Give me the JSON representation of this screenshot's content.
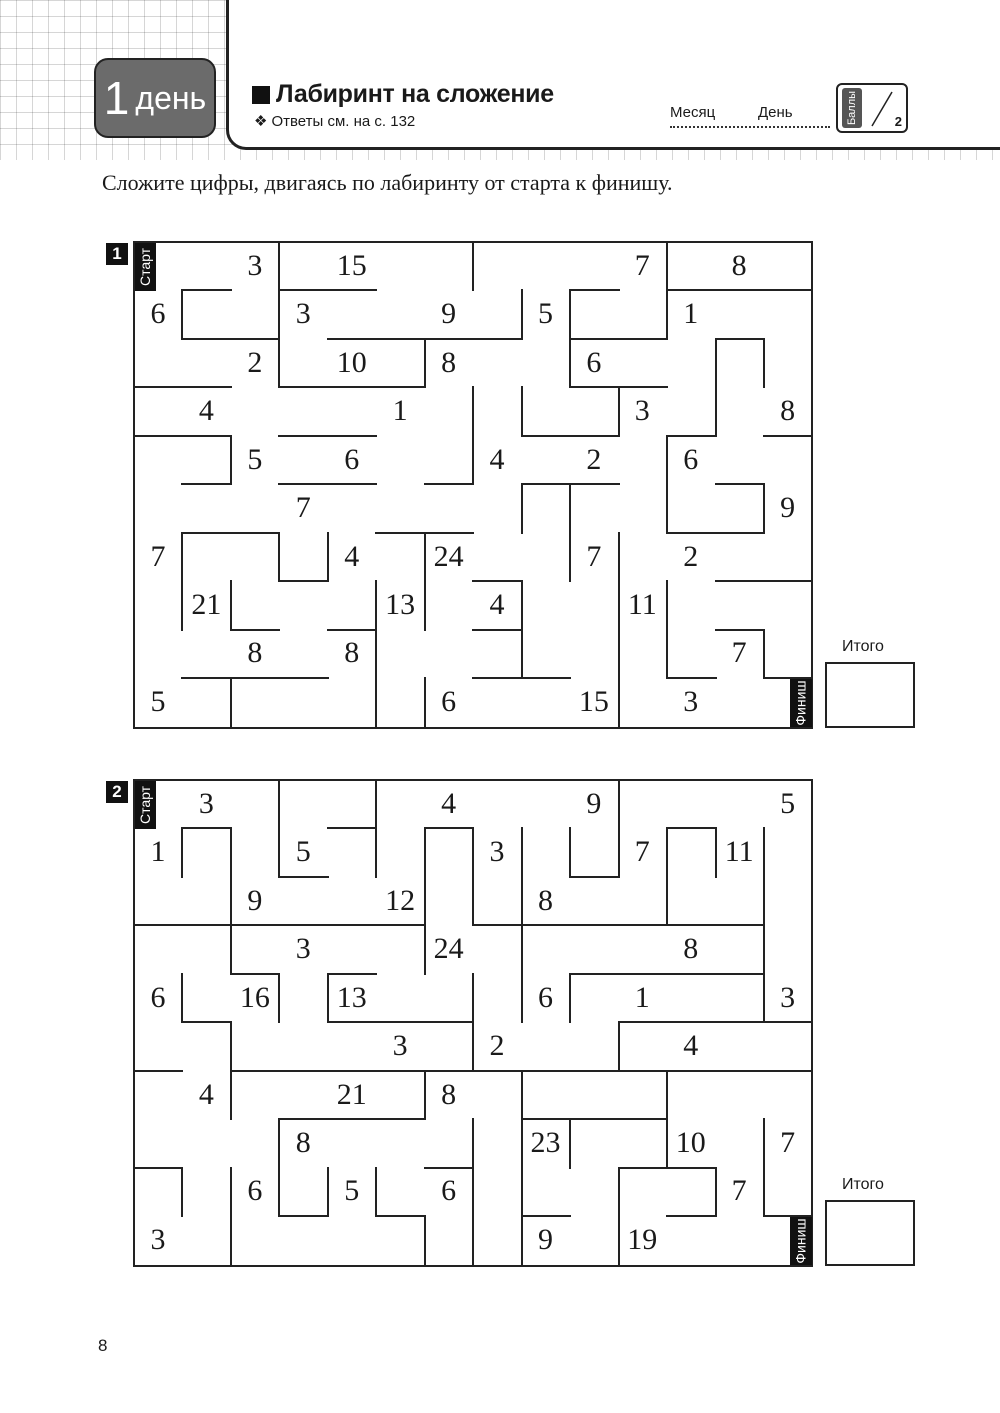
{
  "header": {
    "day_number": "1",
    "day_word": "день",
    "title": "Лабиринт на сложение",
    "answers_glyph": "❖",
    "answers_ref": "Ответы см. на с. 132",
    "month_label": "Месяц",
    "day_label": "День",
    "score_label": "Баллы",
    "score_max": "2"
  },
  "instruction": "Сложите цифры, двигаясь по лабиринту от старта к финишу.",
  "start_label": "Старт",
  "finish_label": "Финиш",
  "total_label": "Итого",
  "page_number": "8",
  "mazes": [
    {
      "number": "1",
      "numbers": [
        {
          "r": 0,
          "c": 2,
          "v": "3"
        },
        {
          "r": 0,
          "c": 4,
          "v": "15"
        },
        {
          "r": 0,
          "c": 10,
          "v": "7"
        },
        {
          "r": 0,
          "c": 12,
          "v": "8"
        },
        {
          "r": 1,
          "c": 0,
          "v": "6"
        },
        {
          "r": 1,
          "c": 3,
          "v": "3"
        },
        {
          "r": 1,
          "c": 6,
          "v": "9"
        },
        {
          "r": 1,
          "c": 8,
          "v": "5"
        },
        {
          "r": 1,
          "c": 11,
          "v": "1"
        },
        {
          "r": 2,
          "c": 2,
          "v": "2"
        },
        {
          "r": 2,
          "c": 4,
          "v": "10"
        },
        {
          "r": 2,
          "c": 6,
          "v": "8"
        },
        {
          "r": 2,
          "c": 9,
          "v": "6"
        },
        {
          "r": 3,
          "c": 1,
          "v": "4"
        },
        {
          "r": 3,
          "c": 5,
          "v": "1"
        },
        {
          "r": 3,
          "c": 10,
          "v": "3"
        },
        {
          "r": 3,
          "c": 13,
          "v": "8"
        },
        {
          "r": 4,
          "c": 2,
          "v": "5"
        },
        {
          "r": 4,
          "c": 4,
          "v": "6"
        },
        {
          "r": 4,
          "c": 7,
          "v": "4"
        },
        {
          "r": 4,
          "c": 9,
          "v": "2"
        },
        {
          "r": 4,
          "c": 11,
          "v": "6"
        },
        {
          "r": 5,
          "c": 3,
          "v": "7"
        },
        {
          "r": 5,
          "c": 13,
          "v": "9"
        },
        {
          "r": 6,
          "c": 0,
          "v": "7"
        },
        {
          "r": 6,
          "c": 4,
          "v": "4"
        },
        {
          "r": 6,
          "c": 6,
          "v": "24"
        },
        {
          "r": 6,
          "c": 9,
          "v": "7"
        },
        {
          "r": 6,
          "c": 11,
          "v": "2"
        },
        {
          "r": 7,
          "c": 1,
          "v": "21"
        },
        {
          "r": 7,
          "c": 5,
          "v": "13"
        },
        {
          "r": 7,
          "c": 7,
          "v": "4"
        },
        {
          "r": 7,
          "c": 10,
          "v": "11"
        },
        {
          "r": 8,
          "c": 2,
          "v": "8"
        },
        {
          "r": 8,
          "c": 4,
          "v": "8"
        },
        {
          "r": 8,
          "c": 12,
          "v": "7"
        },
        {
          "r": 9,
          "c": 0,
          "v": "5"
        },
        {
          "r": 9,
          "c": 6,
          "v": "6"
        },
        {
          "r": 9,
          "c": 9,
          "v": "15"
        },
        {
          "r": 9,
          "c": 11,
          "v": "3"
        }
      ]
    },
    {
      "number": "2",
      "numbers": [
        {
          "r": 0,
          "c": 1,
          "v": "3"
        },
        {
          "r": 0,
          "c": 6,
          "v": "4"
        },
        {
          "r": 0,
          "c": 9,
          "v": "9"
        },
        {
          "r": 0,
          "c": 13,
          "v": "5"
        },
        {
          "r": 1,
          "c": 0,
          "v": "1"
        },
        {
          "r": 1,
          "c": 3,
          "v": "5"
        },
        {
          "r": 1,
          "c": 7,
          "v": "3"
        },
        {
          "r": 1,
          "c": 10,
          "v": "7"
        },
        {
          "r": 1,
          "c": 12,
          "v": "11"
        },
        {
          "r": 2,
          "c": 2,
          "v": "9"
        },
        {
          "r": 2,
          "c": 5,
          "v": "12"
        },
        {
          "r": 2,
          "c": 8,
          "v": "8"
        },
        {
          "r": 3,
          "c": 3,
          "v": "3"
        },
        {
          "r": 3,
          "c": 6,
          "v": "24"
        },
        {
          "r": 3,
          "c": 11,
          "v": "8"
        },
        {
          "r": 4,
          "c": 0,
          "v": "6"
        },
        {
          "r": 4,
          "c": 2,
          "v": "16"
        },
        {
          "r": 4,
          "c": 4,
          "v": "13"
        },
        {
          "r": 4,
          "c": 8,
          "v": "6"
        },
        {
          "r": 4,
          "c": 10,
          "v": "1"
        },
        {
          "r": 4,
          "c": 13,
          "v": "3"
        },
        {
          "r": 5,
          "c": 5,
          "v": "3"
        },
        {
          "r": 5,
          "c": 7,
          "v": "2"
        },
        {
          "r": 5,
          "c": 11,
          "v": "4"
        },
        {
          "r": 6,
          "c": 1,
          "v": "4"
        },
        {
          "r": 6,
          "c": 4,
          "v": "21"
        },
        {
          "r": 6,
          "c": 6,
          "v": "8"
        },
        {
          "r": 7,
          "c": 3,
          "v": "8"
        },
        {
          "r": 7,
          "c": 8,
          "v": "23"
        },
        {
          "r": 7,
          "c": 11,
          "v": "10"
        },
        {
          "r": 7,
          "c": 13,
          "v": "7"
        },
        {
          "r": 8,
          "c": 2,
          "v": "6"
        },
        {
          "r": 8,
          "c": 4,
          "v": "5"
        },
        {
          "r": 8,
          "c": 6,
          "v": "6"
        },
        {
          "r": 8,
          "c": 12,
          "v": "7"
        },
        {
          "r": 9,
          "c": 0,
          "v": "3"
        },
        {
          "r": 9,
          "c": 8,
          "v": "9"
        },
        {
          "r": 9,
          "c": 10,
          "v": "19"
        }
      ]
    }
  ]
}
